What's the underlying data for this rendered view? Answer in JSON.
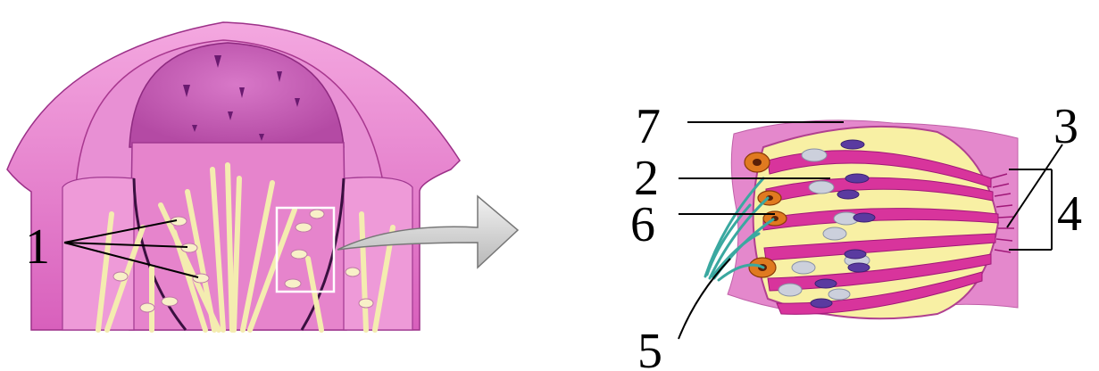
{
  "labels": {
    "l1": "1",
    "l2": "2",
    "l3": "3",
    "l4": "4",
    "l5": "5",
    "l6": "6",
    "l7": "7"
  },
  "colors": {
    "background": "#ffffff",
    "tissue_pink": "#e070c0",
    "tissue_pink_light": "#f2a4de",
    "tissue_pink_dark": "#b03a98",
    "cavity_purple": "#c45ab6",
    "nerve_yellow": "#f8f0a4",
    "cell_pink": "#d8309c",
    "nucleus_gray": "#c8ccd8",
    "nucleus_purple": "#5a3aa0",
    "cell_orange": "#e07a20",
    "fiber_teal": "#3aa8a0",
    "arrow_gray": "#d4d4d4",
    "line_black": "#000000"
  },
  "icons": {
    "left_figure": "taste-papilla-cross-section",
    "right_figure": "taste-bud-detail",
    "arrow": "magnify-arrow-icon",
    "inset": "zoom-frame"
  }
}
